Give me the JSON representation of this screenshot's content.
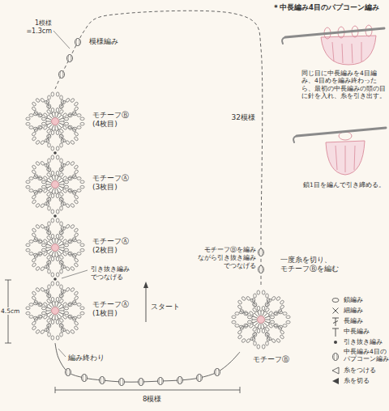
{
  "diagram": {
    "nodes": [
      {
        "text": [
          "モチーフⒷ (4枚目)"
        ]
      },
      {
        "text": [
          "モチーフⒶ (3枚目)"
        ]
      },
      {
        "text": [
          "モチーフⒶ (2枚目)"
        ]
      },
      {
        "text": [
          "モチーフⒶ (1枚目)"
        ]
      },
      {
        "text": [
          "モチーフⒷ"
        ]
      }
    ],
    "edges": [
      {
        "from": 0,
        "to": 4,
        "arrow": "none",
        "label": "32模様"
      },
      {
        "from": 3,
        "to": 4,
        "arrow": "none"
      }
    ],
    "labels": [
      "1模様 =1.3cm",
      "模様編み",
      "引き抜き編み でつなげる",
      "スタート",
      "4.5cm",
      "編み終わり",
      "8模様",
      "モチーフⒷを編み ながら引き抜き編み でつなげる",
      "一度糸を切り、 モチーフⒷを編む",
      "＊中長編み4目のパプコーン編み",
      "同じ目に中長編みを4目編み、4目めを編み終わったら、最初の中長編みの頭の目に針を入れ、糸を引き出す。",
      "鎖1目を編んで引き締める。"
    ],
    "legend": [
      {
        "text": "鎖編み"
      },
      {
        "text": "細編み"
      },
      {
        "text": "長編み"
      },
      {
        "text": "中長編み"
      },
      {
        "text": "引き抜き編み"
      },
      {
        "text": "中長編み4目の パプコーン編み"
      },
      {
        "text": "糸をつける"
      },
      {
        "text": "糸を切る"
      }
    ]
  }
}
